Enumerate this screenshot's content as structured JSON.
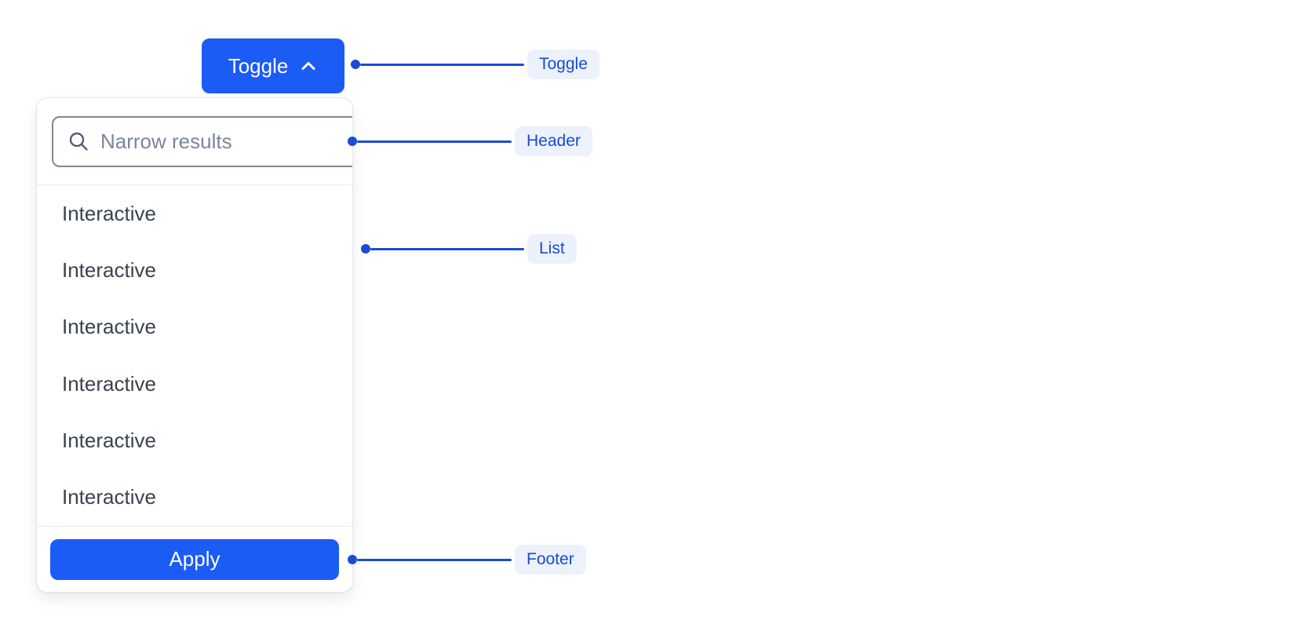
{
  "colors": {
    "primary_blue": "#1B5BF6",
    "annotation_blue": "#1C4BD3",
    "badge_background": "#ECF1FB",
    "badge_text": "#174BD3",
    "panel_border": "#E4E6EA",
    "divider": "#EBECF0",
    "input_border": "#7E8898",
    "placeholder_text": "#7A8699",
    "item_text": "#39424F"
  },
  "toggle_button": {
    "label": "Toggle",
    "icon": "chevron-up-icon"
  },
  "dropdown": {
    "header": {
      "icon": "search-icon",
      "search_placeholder": "Narrow results"
    },
    "list": {
      "items": [
        "Interactive",
        "Interactive",
        "Interactive",
        "Interactive",
        "Interactive",
        "Interactive"
      ]
    },
    "footer": {
      "apply_label": "Apply"
    }
  },
  "annotations": [
    {
      "label": "Toggle"
    },
    {
      "label": "Header"
    },
    {
      "label": "List"
    },
    {
      "label": "Footer"
    }
  ]
}
